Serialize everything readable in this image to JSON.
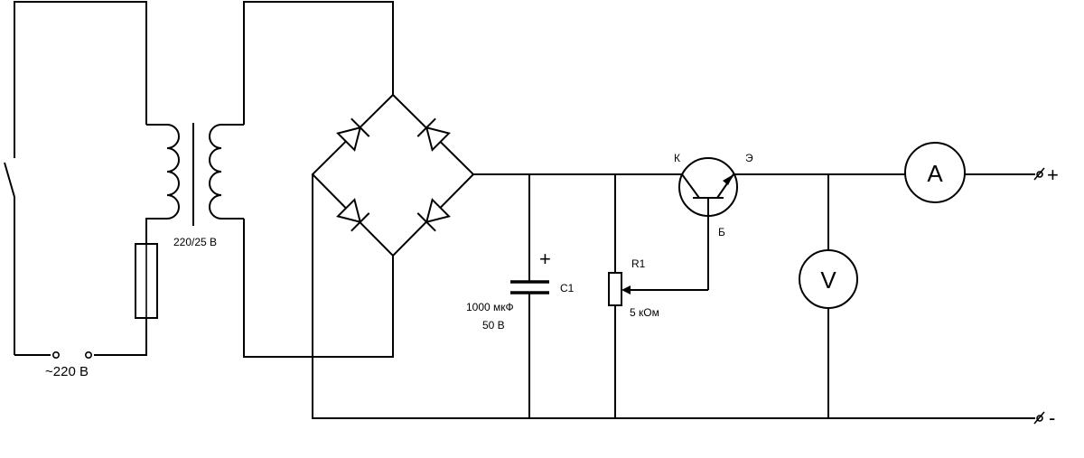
{
  "labels": {
    "mains": "~220 В",
    "transformer_ratio": "220/25 В",
    "capacitor_name": "C1",
    "capacitor_value": "1000 мкФ",
    "capacitor_voltage": "50 В",
    "capacitor_polarity": "+",
    "resistor_name": "R1",
    "resistor_value": "5 кОм",
    "collector": "К",
    "emitter": "Э",
    "base": "Б",
    "ammeter": "A",
    "voltmeter": "V",
    "out_plus": "+",
    "out_minus": "-"
  }
}
